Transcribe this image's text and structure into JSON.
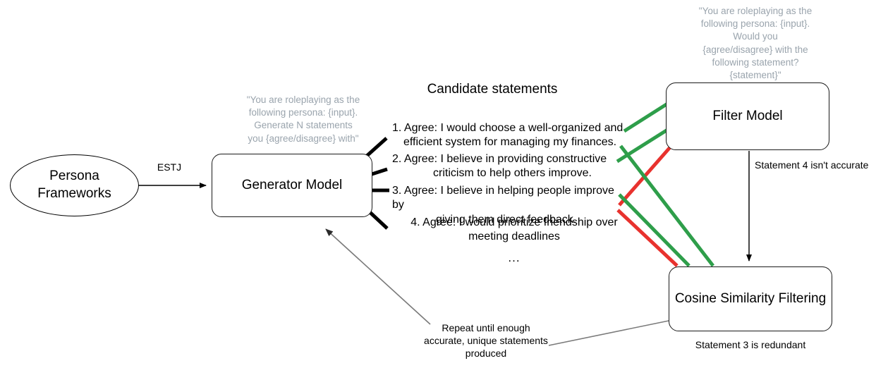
{
  "diagram": {
    "title": "Persona statement generation and filtering pipeline",
    "colors": {
      "accept_green": "#2e9e4a",
      "reject_red": "#e8322e",
      "prompt_gray": "#9aa4ad",
      "edge_gray": "#808080",
      "stroke_black": "#1a1a1a"
    }
  },
  "nodes": {
    "persona_frameworks": {
      "label": "Persona\nFrameworks",
      "line1": "Persona",
      "line2": "Frameworks"
    },
    "generator_model": {
      "label": "Generator Model"
    },
    "filter_model": {
      "label": "Filter Model"
    },
    "cosine_similarity_filtering": {
      "label": "Cosine Similarity Filtering"
    }
  },
  "prompts": {
    "generator_prompt": "\"You are roleplaying as the following persona: {input}. Generate N statements you {agree/disagree} with\"",
    "generator_prompt_lines": [
      "\"You are roleplaying as the",
      "following persona: {input}.",
      "Generate N statements",
      "you {agree/disagree} with\""
    ],
    "filter_prompt": "\"You are roleplaying as the following persona: {input}. Would you {agree/disagree} with the following statement? {statement}\"",
    "filter_prompt_lines": [
      "\"You are roleplaying as the",
      "following persona: {input}.",
      "Would you",
      "{agree/disagree} with the",
      "following statement?",
      "{statement}\""
    ]
  },
  "edges": {
    "persona_to_generator_label": "ESTJ",
    "filter_to_cosine_label": "Statement 4 isn't accurate",
    "cosine_to_generator_label": "Repeat until enough accurate, unique statements produced",
    "cosine_to_generator_label_lines": [
      "Repeat until enough",
      "accurate, unique statements",
      "produced"
    ]
  },
  "candidate_statements": {
    "heading": "Candidate statements",
    "items": [
      {
        "number": "1.",
        "text": "1. Agree: I would choose a well-organized and efficient system for managing my finances.",
        "line1": "1. Agree: I would choose a well-organized and",
        "line2": "efficient system for managing my finances.",
        "verdict": "accepted"
      },
      {
        "number": "2.",
        "text": "2. Agree: I believe in providing constructive criticism to help others improve.",
        "line1": "2. Agree: I believe in providing constructive",
        "line2": "criticism to help others improve.",
        "verdict": "accepted"
      },
      {
        "number": "3.",
        "text": "3. Agree: I believe in helping people improve by giving them direct feedback.",
        "line1": "3. Agree: I believe in helping people improve by",
        "line2": "giving them direct feedback.",
        "verdict": "redundant"
      },
      {
        "number": "4.",
        "text": "4. Agree: I would prioritize friendship over meeting deadlines",
        "line1": "4. Agree: I would prioritize friendship over",
        "line2": "meeting deadlines",
        "verdict": "rejected"
      }
    ],
    "continuation": "..."
  },
  "captions": {
    "cosine_caption": "Statement 3 is redundant"
  }
}
